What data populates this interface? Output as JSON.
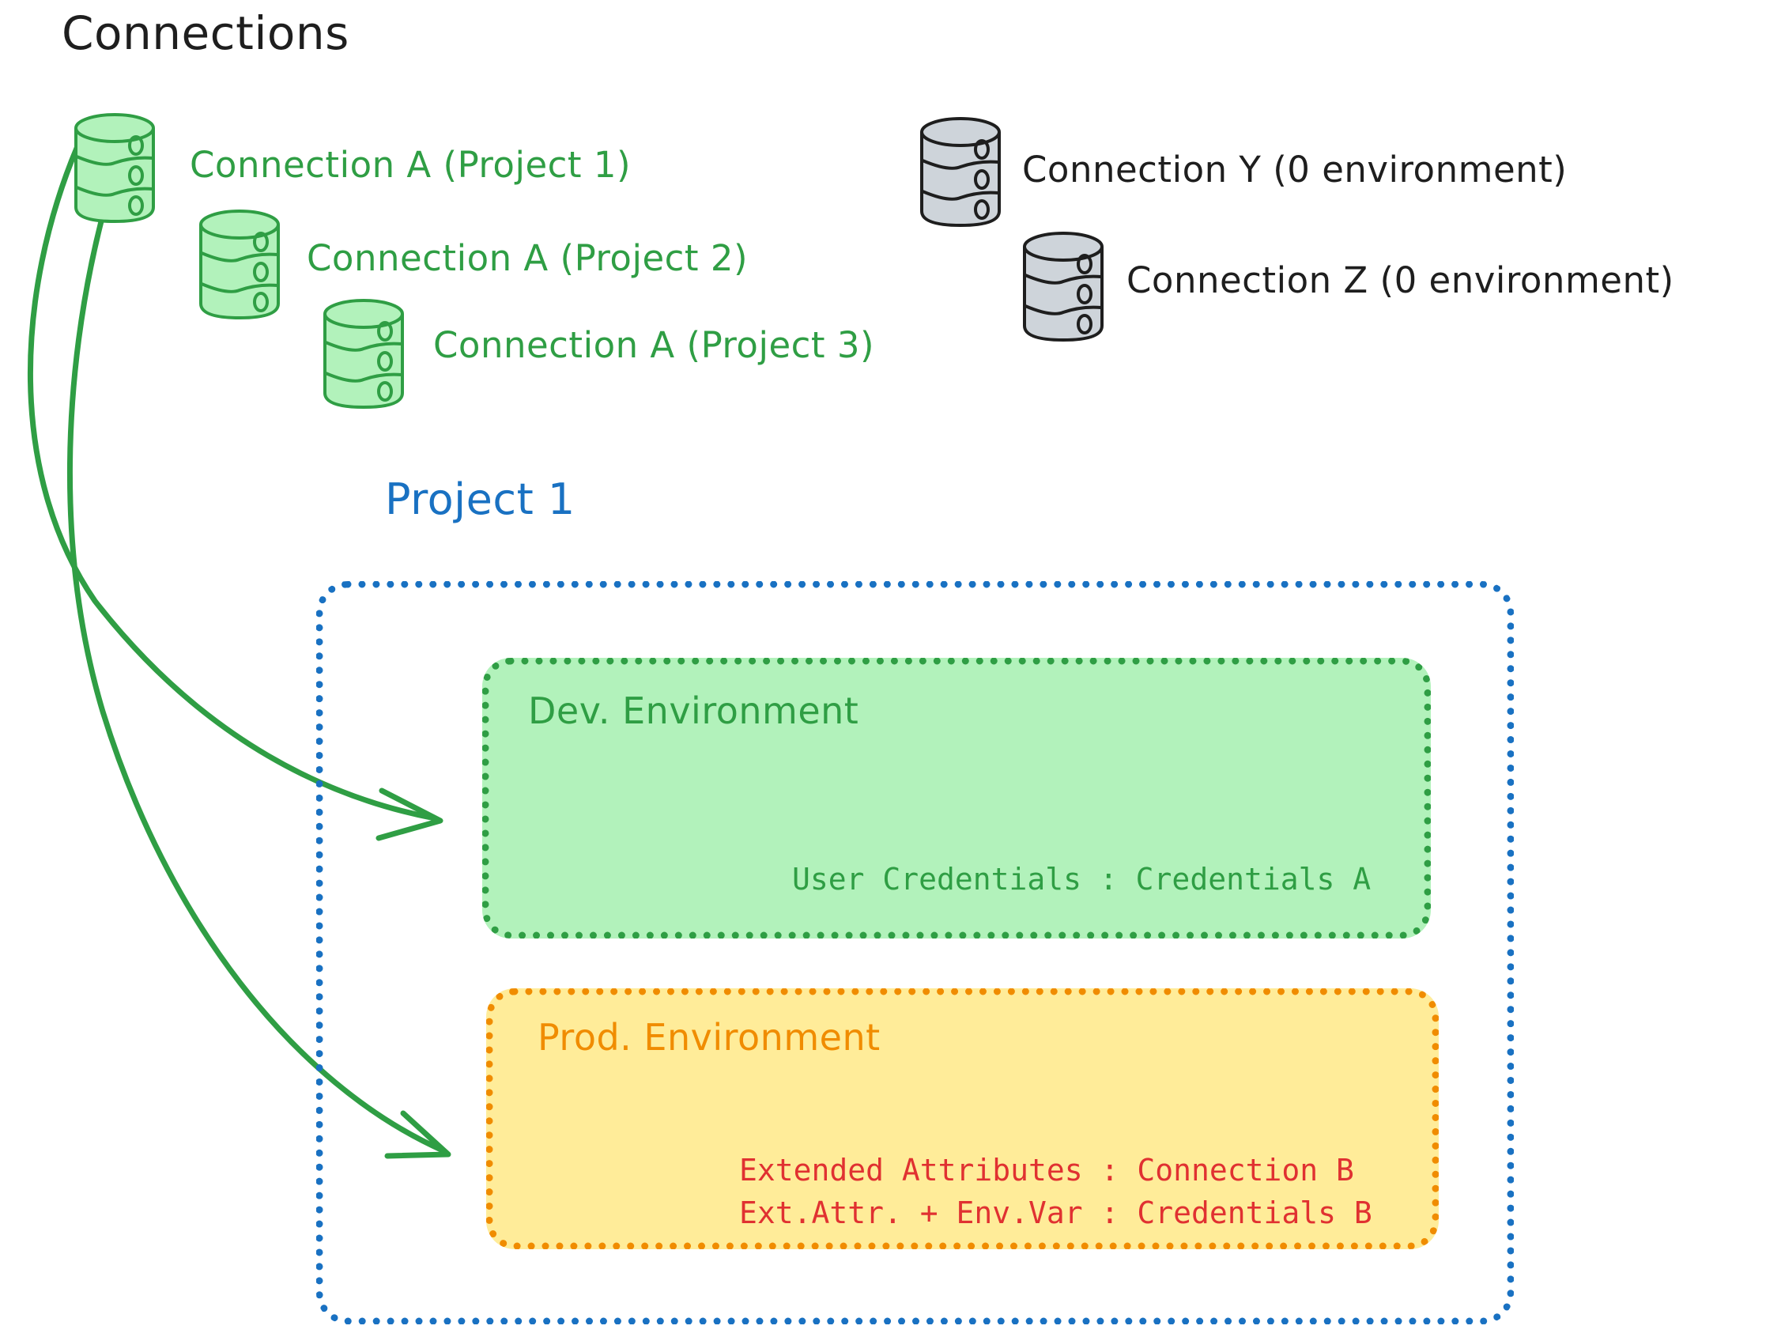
{
  "diagram": {
    "title": "Connections",
    "title_color": "#1e1e1e",
    "background": "#ffffff"
  },
  "connections": {
    "green": [
      {
        "label": "Connection A (Project 1)",
        "color": "#2f9e44",
        "icon": "database-cylinder-icon"
      },
      {
        "label": "Connection A (Project 2)",
        "color": "#2f9e44",
        "icon": "database-cylinder-icon"
      },
      {
        "label": "Connection A (Project 3)",
        "color": "#2f9e44",
        "icon": "database-cylinder-icon"
      }
    ],
    "gray": [
      {
        "label": "Connection Y (0 environment)",
        "color": "#1e1e1e",
        "icon": "database-cylinder-icon"
      },
      {
        "label": "Connection Z (0 environment)",
        "color": "#1e1e1e",
        "icon": "database-cylinder-icon"
      }
    ]
  },
  "project": {
    "title": "Project 1",
    "title_color": "#1971c2",
    "border_color": "#1971c2",
    "environments": [
      {
        "name": "Dev. Environment",
        "accent": "#2f9e44",
        "fill": "#b2f2bb",
        "lines": [
          "User Credentials : Credentials A"
        ]
      },
      {
        "name": "Prod. Environment",
        "accent": "#f08c00",
        "fill": "#ffec99",
        "lines": [
          "Extended Attributes : Connection B",
          "Ext.Attr. + Env.Var : Credentials B"
        ]
      }
    ]
  },
  "arrows": {
    "color": "#2f9e44",
    "count": 2,
    "description_1": "Connection A (Project 1) to Dev. Environment",
    "description_2": "Connection A (Project 1) to Prod. Environment"
  }
}
